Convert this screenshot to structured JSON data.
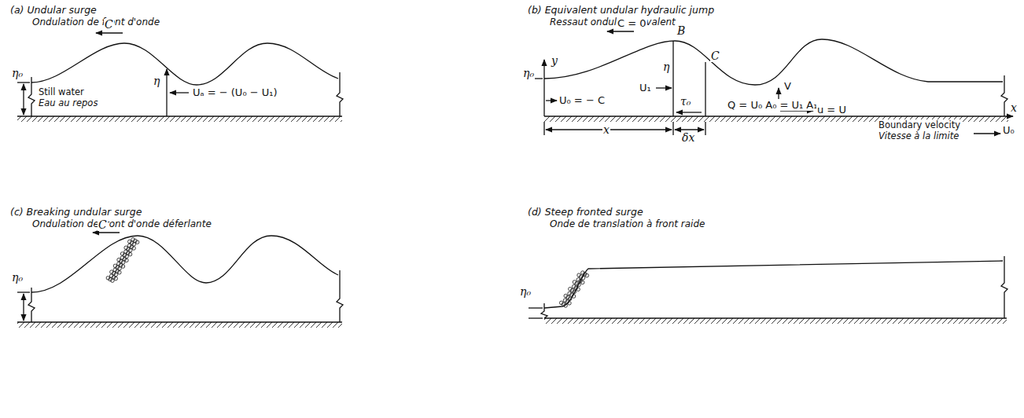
{
  "diagram": {
    "labels": [
      "(a) Undular surge",
      "Ondulation de front d'onde",
      "C",
      "η₀",
      "Still water",
      "Eau au repos",
      "η",
      "Uₐ = − (U₀ − U₁)",
      "(b) Equivalent undular hydraulic jump",
      "Ressaut ondulé équivalent",
      "C = 0",
      "B",
      "C",
      "η₀",
      "y",
      "η",
      "U₁",
      "U₀ = − C",
      "τ₀",
      "Q = U₀ A₀ = U₁ A₁",
      "V",
      "u = U",
      "x",
      "x",
      "δx",
      "Boundary velocity",
      "Vitesse à la limite",
      "U₀",
      "(c) Breaking undular surge",
      "Ondulation de front d'onde déferlante",
      "C",
      "η₀",
      "(d) Steep fronted surge",
      "Onde de translation à front raide",
      "η₀"
    ]
  }
}
